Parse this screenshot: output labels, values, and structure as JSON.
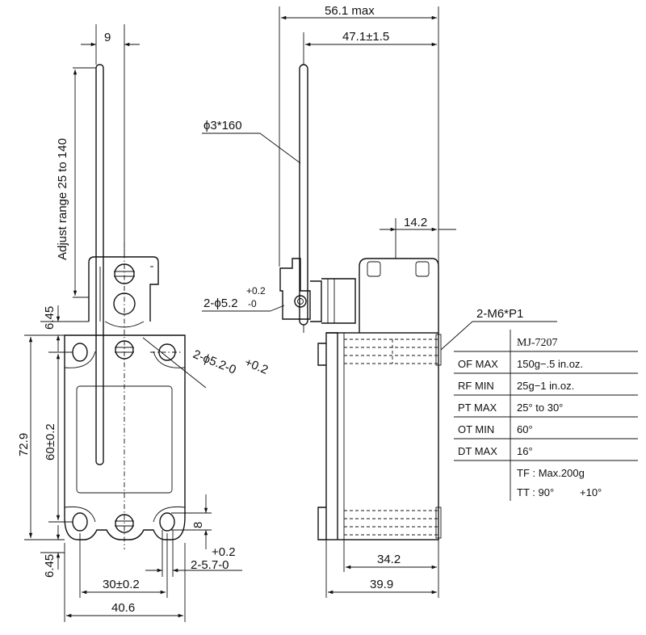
{
  "dimensions": {
    "lever_offset": "9",
    "adjust_range": "Adjust  range  25 to 140",
    "top_gap": "6.45",
    "bottom_gap": "6.45",
    "height_total": "72.9",
    "hole_pitch": "60±0.2",
    "slot_len": "8",
    "slot_tol": "+0.2",
    "slot_spec": "2-5.7-0",
    "width_pitch": "30±0.2",
    "width_total": "40.6",
    "hole_spec_a": "2-ϕ5.2-0",
    "hole_spec_a_tol": "+0.2",
    "max_width": "56.1   max",
    "lever_pos": "47.1±1.5",
    "rod": "ϕ3*160",
    "hole_spec_b": "2-ϕ5.2",
    "hole_spec_b_tol_top": "+0.2",
    "hole_spec_b_tol_bot": "-0",
    "head_width": "14.2",
    "thread": "2-M6*P1",
    "depth_a": "34.2",
    "depth_b": "39.9"
  },
  "table": {
    "model": "MJ-7207",
    "rows": [
      {
        "label": "OF MAX",
        "value": "150g−.5 in.oz."
      },
      {
        "label": "RF MIN",
        "value": "25g−1 in.oz."
      },
      {
        "label": "PT MAX",
        "value": "25° to 30°"
      },
      {
        "label": "OT MIN",
        "value": "60°"
      },
      {
        "label": "DT MAX",
        "value": "16°"
      }
    ],
    "tf": "TF : Max.200g",
    "tt_a": "TT : 90°",
    "tt_b": "+10°"
  }
}
